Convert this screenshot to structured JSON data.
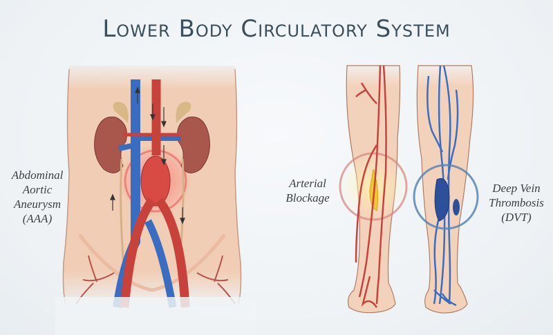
{
  "title": "Lower Body Circulatory System",
  "panels": {
    "abdomen": {
      "label_lines": [
        "Abdominal",
        "Aortic",
        "Aneurysm",
        "(AAA)"
      ],
      "highlight_color": "#e84a4a"
    },
    "legs": {
      "arterial": {
        "label_lines": [
          "Arterial",
          "Blockage"
        ],
        "highlight_color": "#d98a80",
        "plaque_color": "#f2c531"
      },
      "dvt": {
        "label_lines": [
          "Deep Vein",
          "Thrombosis",
          "(DVT)"
        ],
        "highlight_color": "#5b85b3",
        "clot_color": "#2e4f9a"
      }
    }
  },
  "colors": {
    "artery": "#c8423c",
    "vein": "#3a6cc0",
    "skin": "#f1cdb5",
    "skin_outline": "#a8705a",
    "kidney": "#a9564c",
    "adrenal": "#d8b886",
    "title": "#3a4e5c"
  }
}
